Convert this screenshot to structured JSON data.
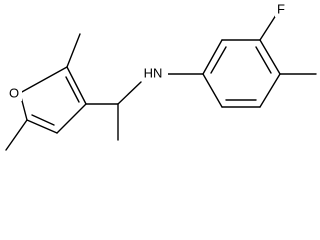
{
  "molecule": {
    "atom_labels": {
      "oxygen": "O",
      "amine": "HN",
      "fluorine": "F"
    },
    "colors": {
      "bond": "#000000",
      "label": "#000000",
      "background": "#ffffff"
    }
  }
}
